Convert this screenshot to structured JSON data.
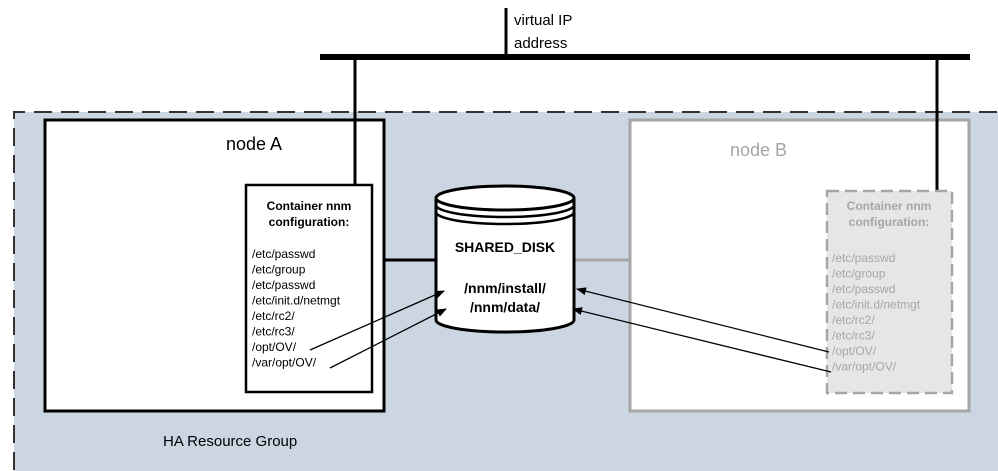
{
  "vip_label_line1": "virtual IP",
  "vip_label_line2": "address",
  "node_a": {
    "title": "node A",
    "container_title_line1": "Container nnm",
    "container_title_line2": "configuration:",
    "paths": [
      "/etc/passwd",
      "/etc/group",
      "/etc/passwd",
      "/etc/init.d/netmgt",
      "/etc/rc2/",
      "/etc/rc3/",
      "/opt/OV/",
      "/var/opt/OV/"
    ]
  },
  "node_b": {
    "title": "node B",
    "container_title_line1": "Container nnm",
    "container_title_line2": "configuration:",
    "paths": [
      "/etc/passwd",
      "/etc/group",
      "/etc/passwd",
      "/etc/init.d/netmgt",
      "/etc/rc2/",
      "/etc/rc3/",
      "/opt/OV/",
      "/var/opt/OV/"
    ]
  },
  "disk": {
    "name": "SHARED_DISK",
    "line1": "/nnm/install/",
    "line2": "/nnm/data/"
  },
  "group_label": "HA Resource Group",
  "colors": {
    "group_bg": "#ccd6e2",
    "active": "#000000",
    "inactive": "#a6a6a6",
    "inactive_fill": "#e6e6e6"
  }
}
